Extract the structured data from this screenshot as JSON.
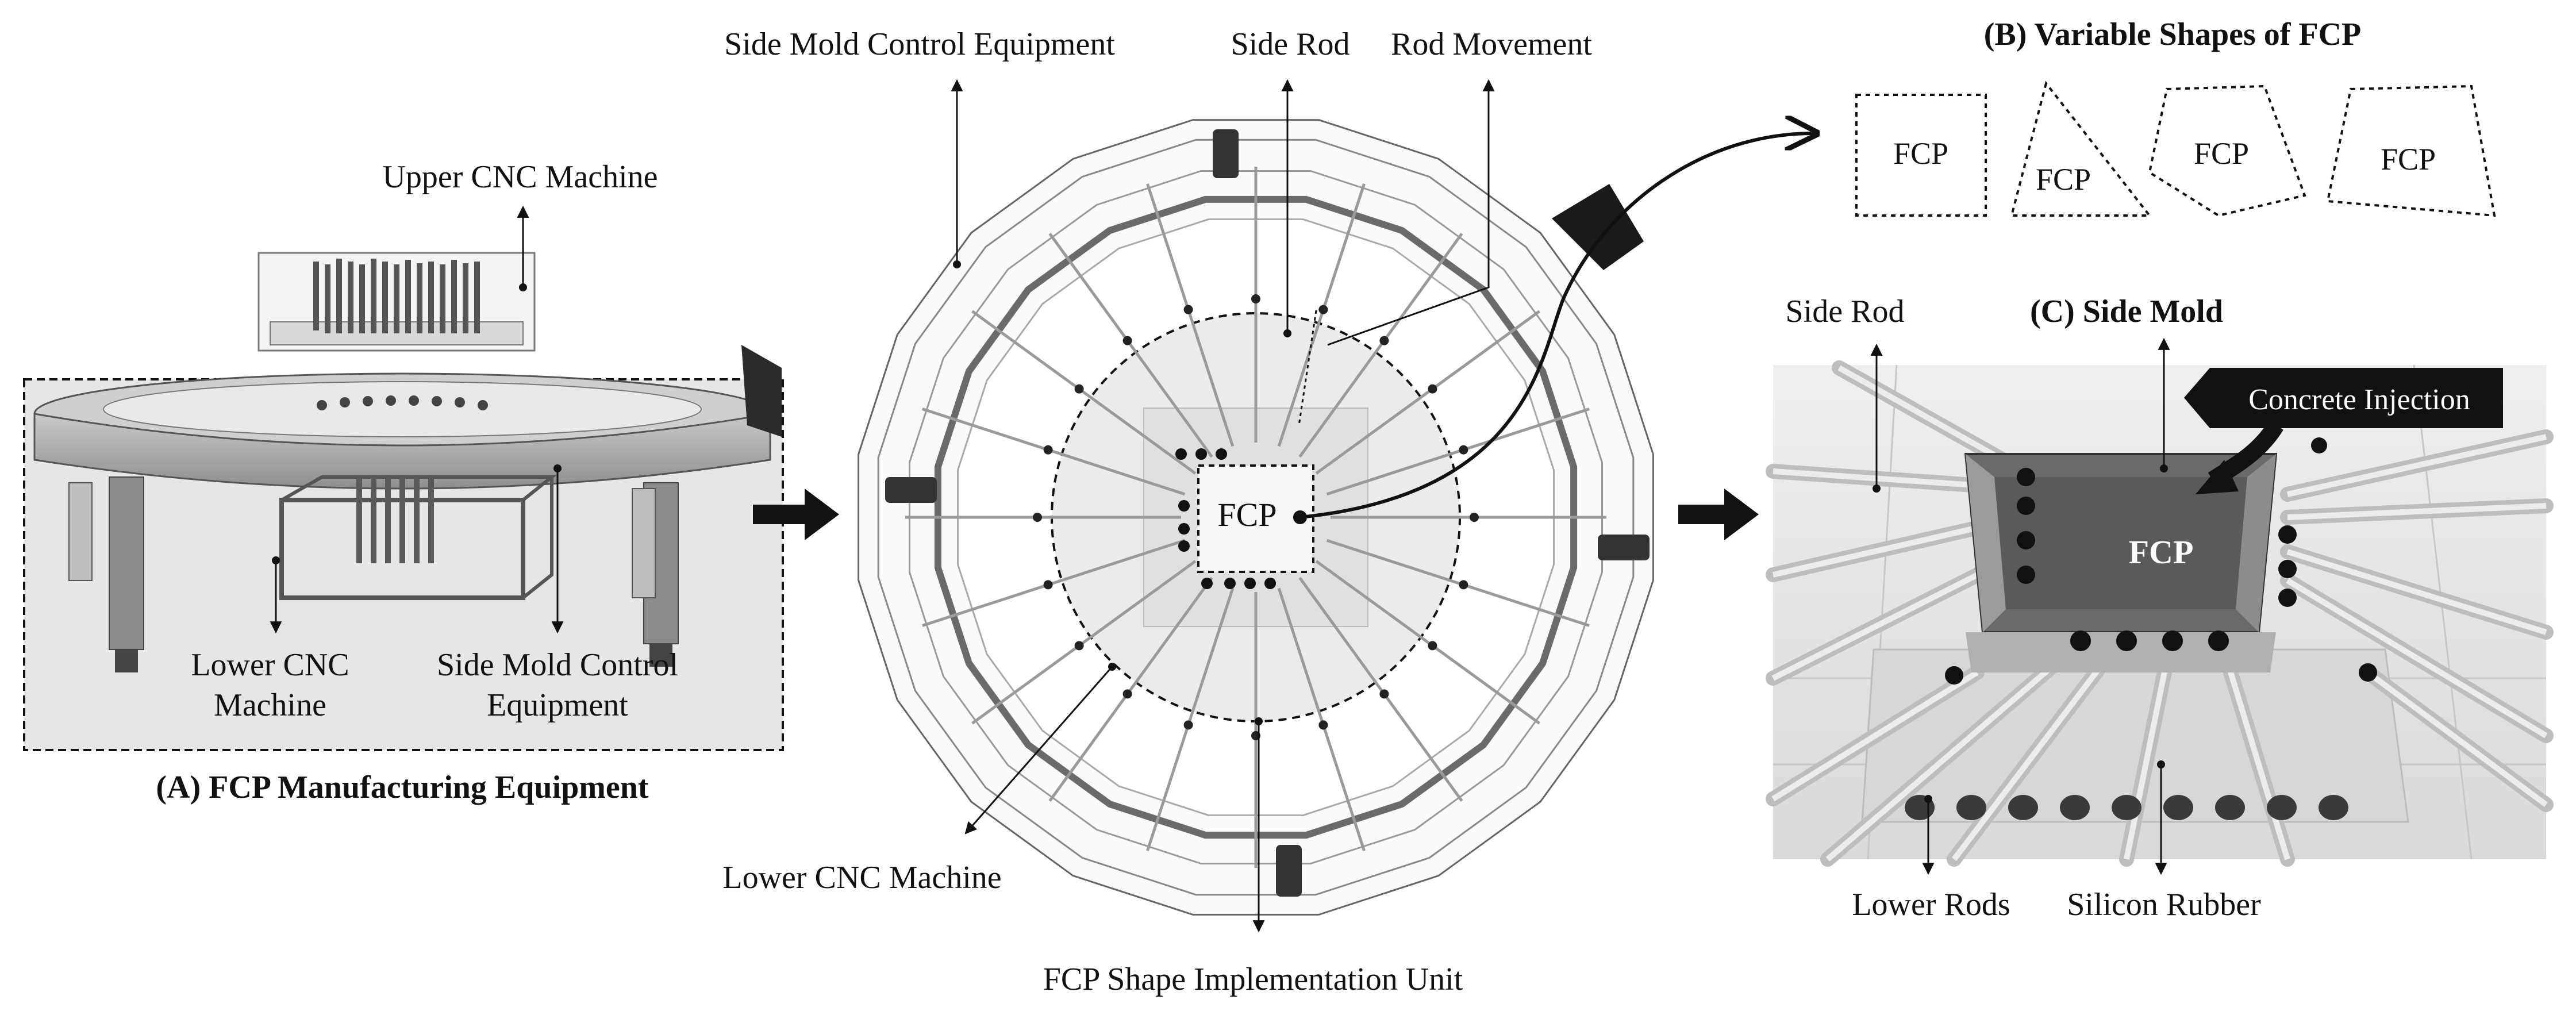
{
  "panel_a": {
    "title": "(A) FCP Manufacturing Equipment",
    "upper_cnc": "Upper CNC Machine",
    "lower_cnc_line1": "Lower CNC",
    "lower_cnc_line2": "Machine",
    "side_mold_line1": "Side Mold Control",
    "side_mold_line2": "Equipment"
  },
  "center": {
    "side_mold_control": "Side Mold Control Equipment",
    "side_rod": "Side Rod",
    "rod_movement": "Rod Movement",
    "fcp": "FCP",
    "lower_cnc": "Lower CNC Machine",
    "shape_unit": "FCP Shape Implementation Unit"
  },
  "panel_b": {
    "title": "(B) Variable Shapes of FCP",
    "shapes": [
      "FCP",
      "FCP",
      "FCP",
      "FCP"
    ]
  },
  "panel_c": {
    "side_rod": "Side Rod",
    "title": "(C) Side Mold",
    "concrete": "Concrete Injection",
    "fcp": "FCP",
    "lower_rods": "Lower Rods",
    "silicon": "Silicon Rubber"
  }
}
